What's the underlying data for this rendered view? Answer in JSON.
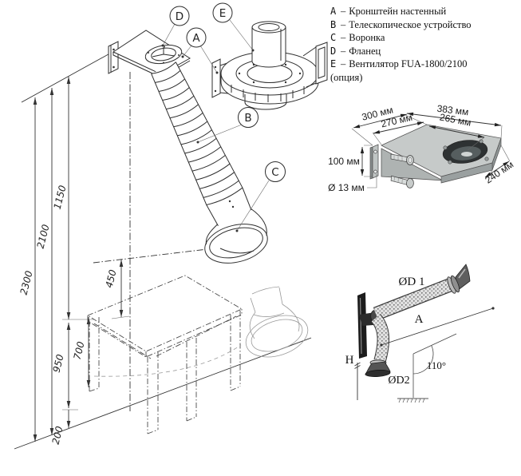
{
  "legend": {
    "dash": "–",
    "items": [
      {
        "key": "A",
        "label": "Кронштейн настенный"
      },
      {
        "key": "B",
        "label": "Телескопическое устройство"
      },
      {
        "key": "C",
        "label": "Воронка"
      },
      {
        "key": "D",
        "label": "Фланец"
      },
      {
        "key": "E",
        "label": "Вентилятор FUA-1800/2100"
      }
    ],
    "note": "(опция)"
  },
  "main_drawing": {
    "part_labels": [
      "D",
      "A",
      "E",
      "B",
      "C"
    ],
    "dims": {
      "h2300": "2300",
      "h2100": "2100",
      "h1150": "1150",
      "h950": "950",
      "h700": "700",
      "h450": "450",
      "h200": "200"
    }
  },
  "bracket_drawing": {
    "dims": {
      "outer_left": "300 мм",
      "inner_left": "270 мм",
      "outer_right": "383 мм",
      "inner_right": "265 мм",
      "height": "100 мм",
      "hole": "Ø 13 мм",
      "depth": "240 мм"
    }
  },
  "schematic": {
    "labels": {
      "d1": "ØD 1",
      "length": "A",
      "height": "H",
      "d2": "ØD2",
      "angle": "110°"
    }
  },
  "colors": {
    "line": "#2e2e2e",
    "plate_top": "#c6cac9",
    "plate_side": "#8f9595",
    "hole_dark": "#2e3233",
    "rail_dark": "#1c1c1c",
    "funnel_gray": "#5a5a5a"
  }
}
